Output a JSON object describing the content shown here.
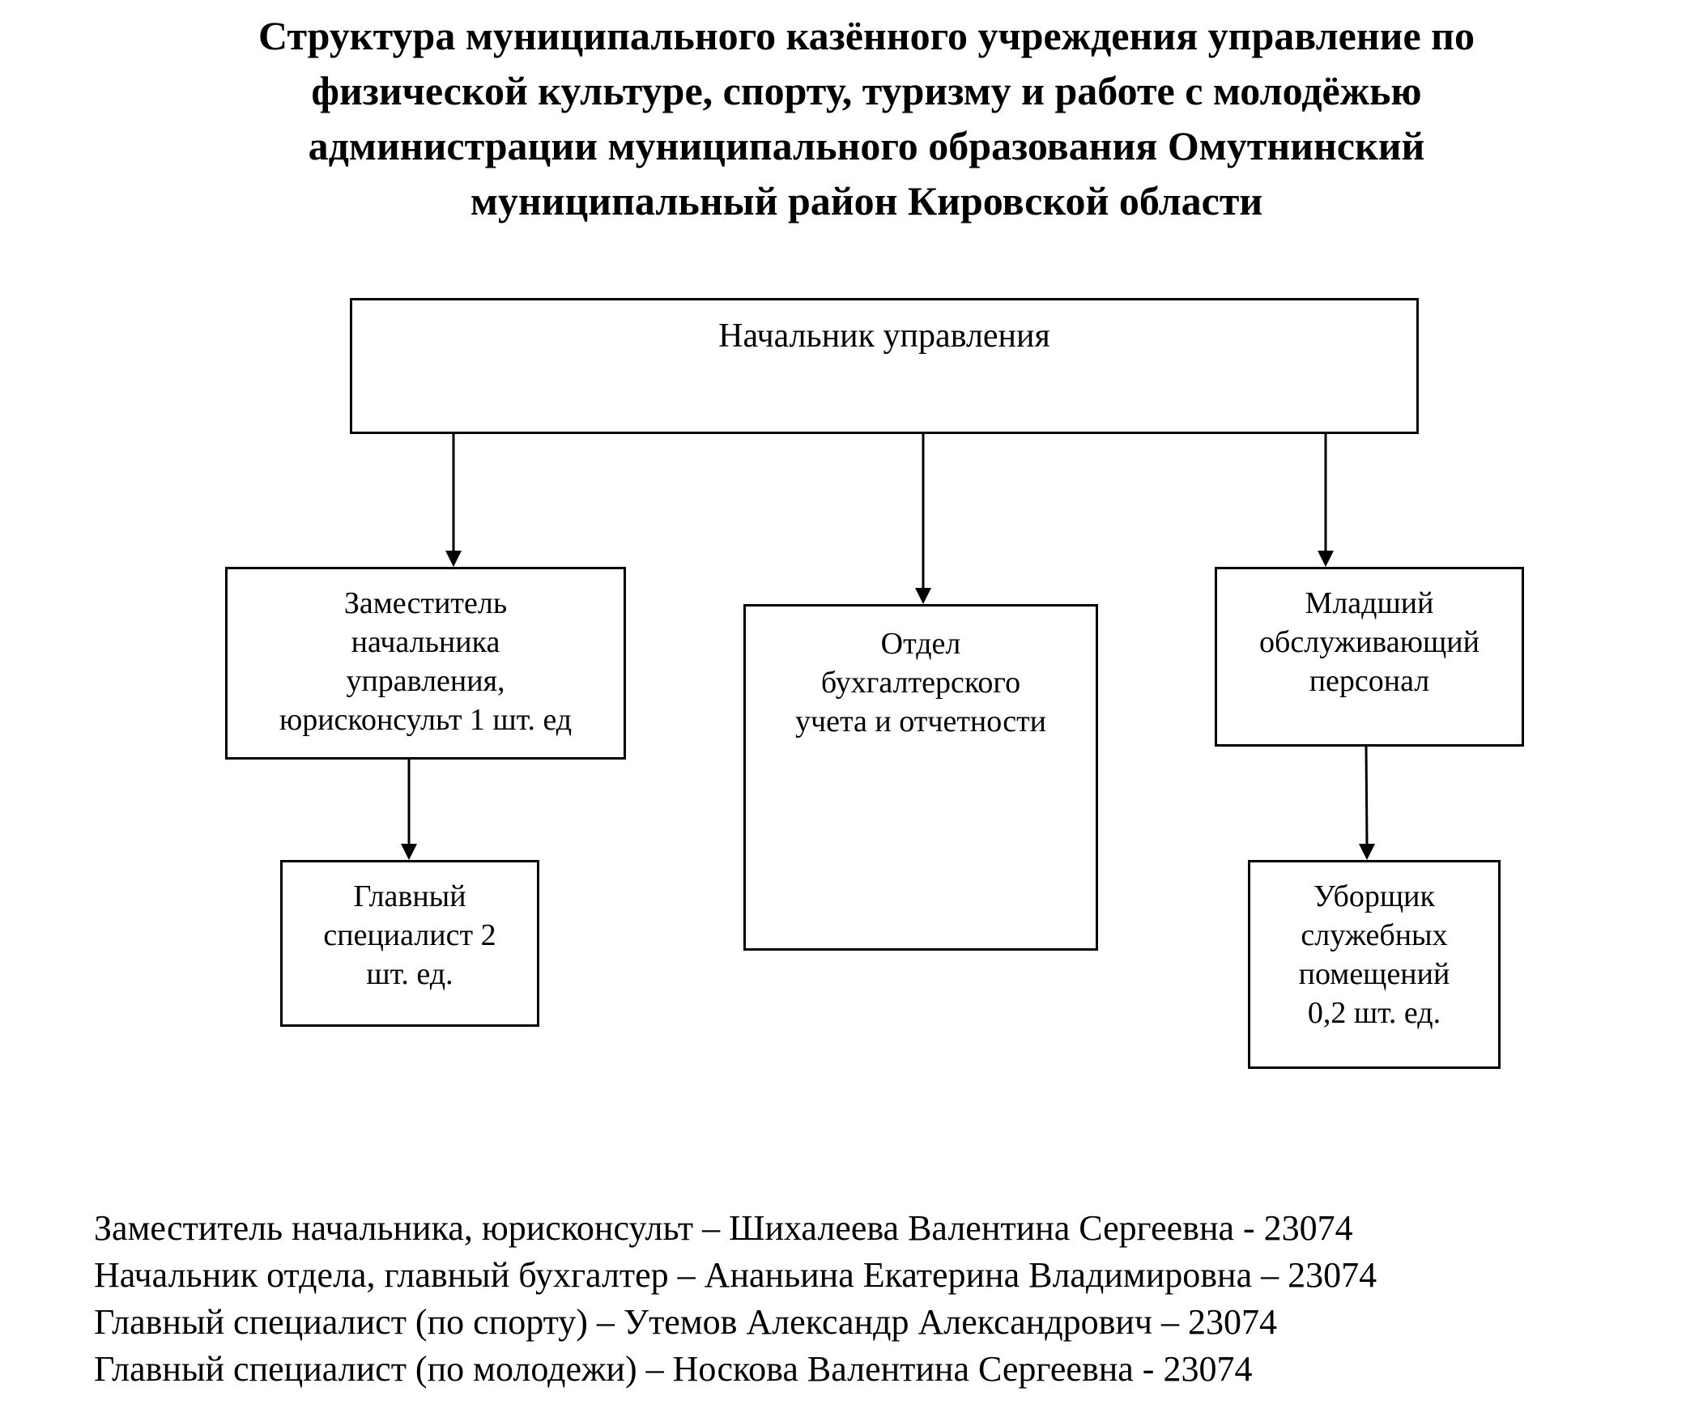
{
  "title_lines": [
    "Структура муниципального казённого учреждения управление по",
    "физической культуре, спорту, туризму и работе с молодёжью",
    "администрации муниципального образования Омутнинский",
    "муниципальный район Кировской области"
  ],
  "boxes": {
    "head": [
      "Начальник управления"
    ],
    "deputy": [
      "Заместитель",
      "начальника",
      "управления,",
      "юрисконсульт  1 шт. ед"
    ],
    "accounting": [
      "Отдел",
      "бухгалтерского",
      "учета и отчетности"
    ],
    "junior": [
      "Младший",
      "обслуживающий",
      "персонал"
    ],
    "chief_specialist": [
      "Главный",
      "специалист 2",
      "шт. ед."
    ],
    "cleaner": [
      "Уборщик",
      "служебных",
      "помещений",
      "0,2 шт. ед."
    ]
  },
  "footer_lines": [
    "Заместитель начальника, юрисконсульт – Шихалеева Валентина Сергеевна - 23074",
    "Начальник отдела, главный бухгалтер – Ананьина Екатерина Владимировна – 23074",
    "Главный специалист (по спорту) – Утемов Александр Александрович – 23074",
    "Главный специалист (по молодежи) – Носкова Валентина Сергеевна - 23074"
  ]
}
